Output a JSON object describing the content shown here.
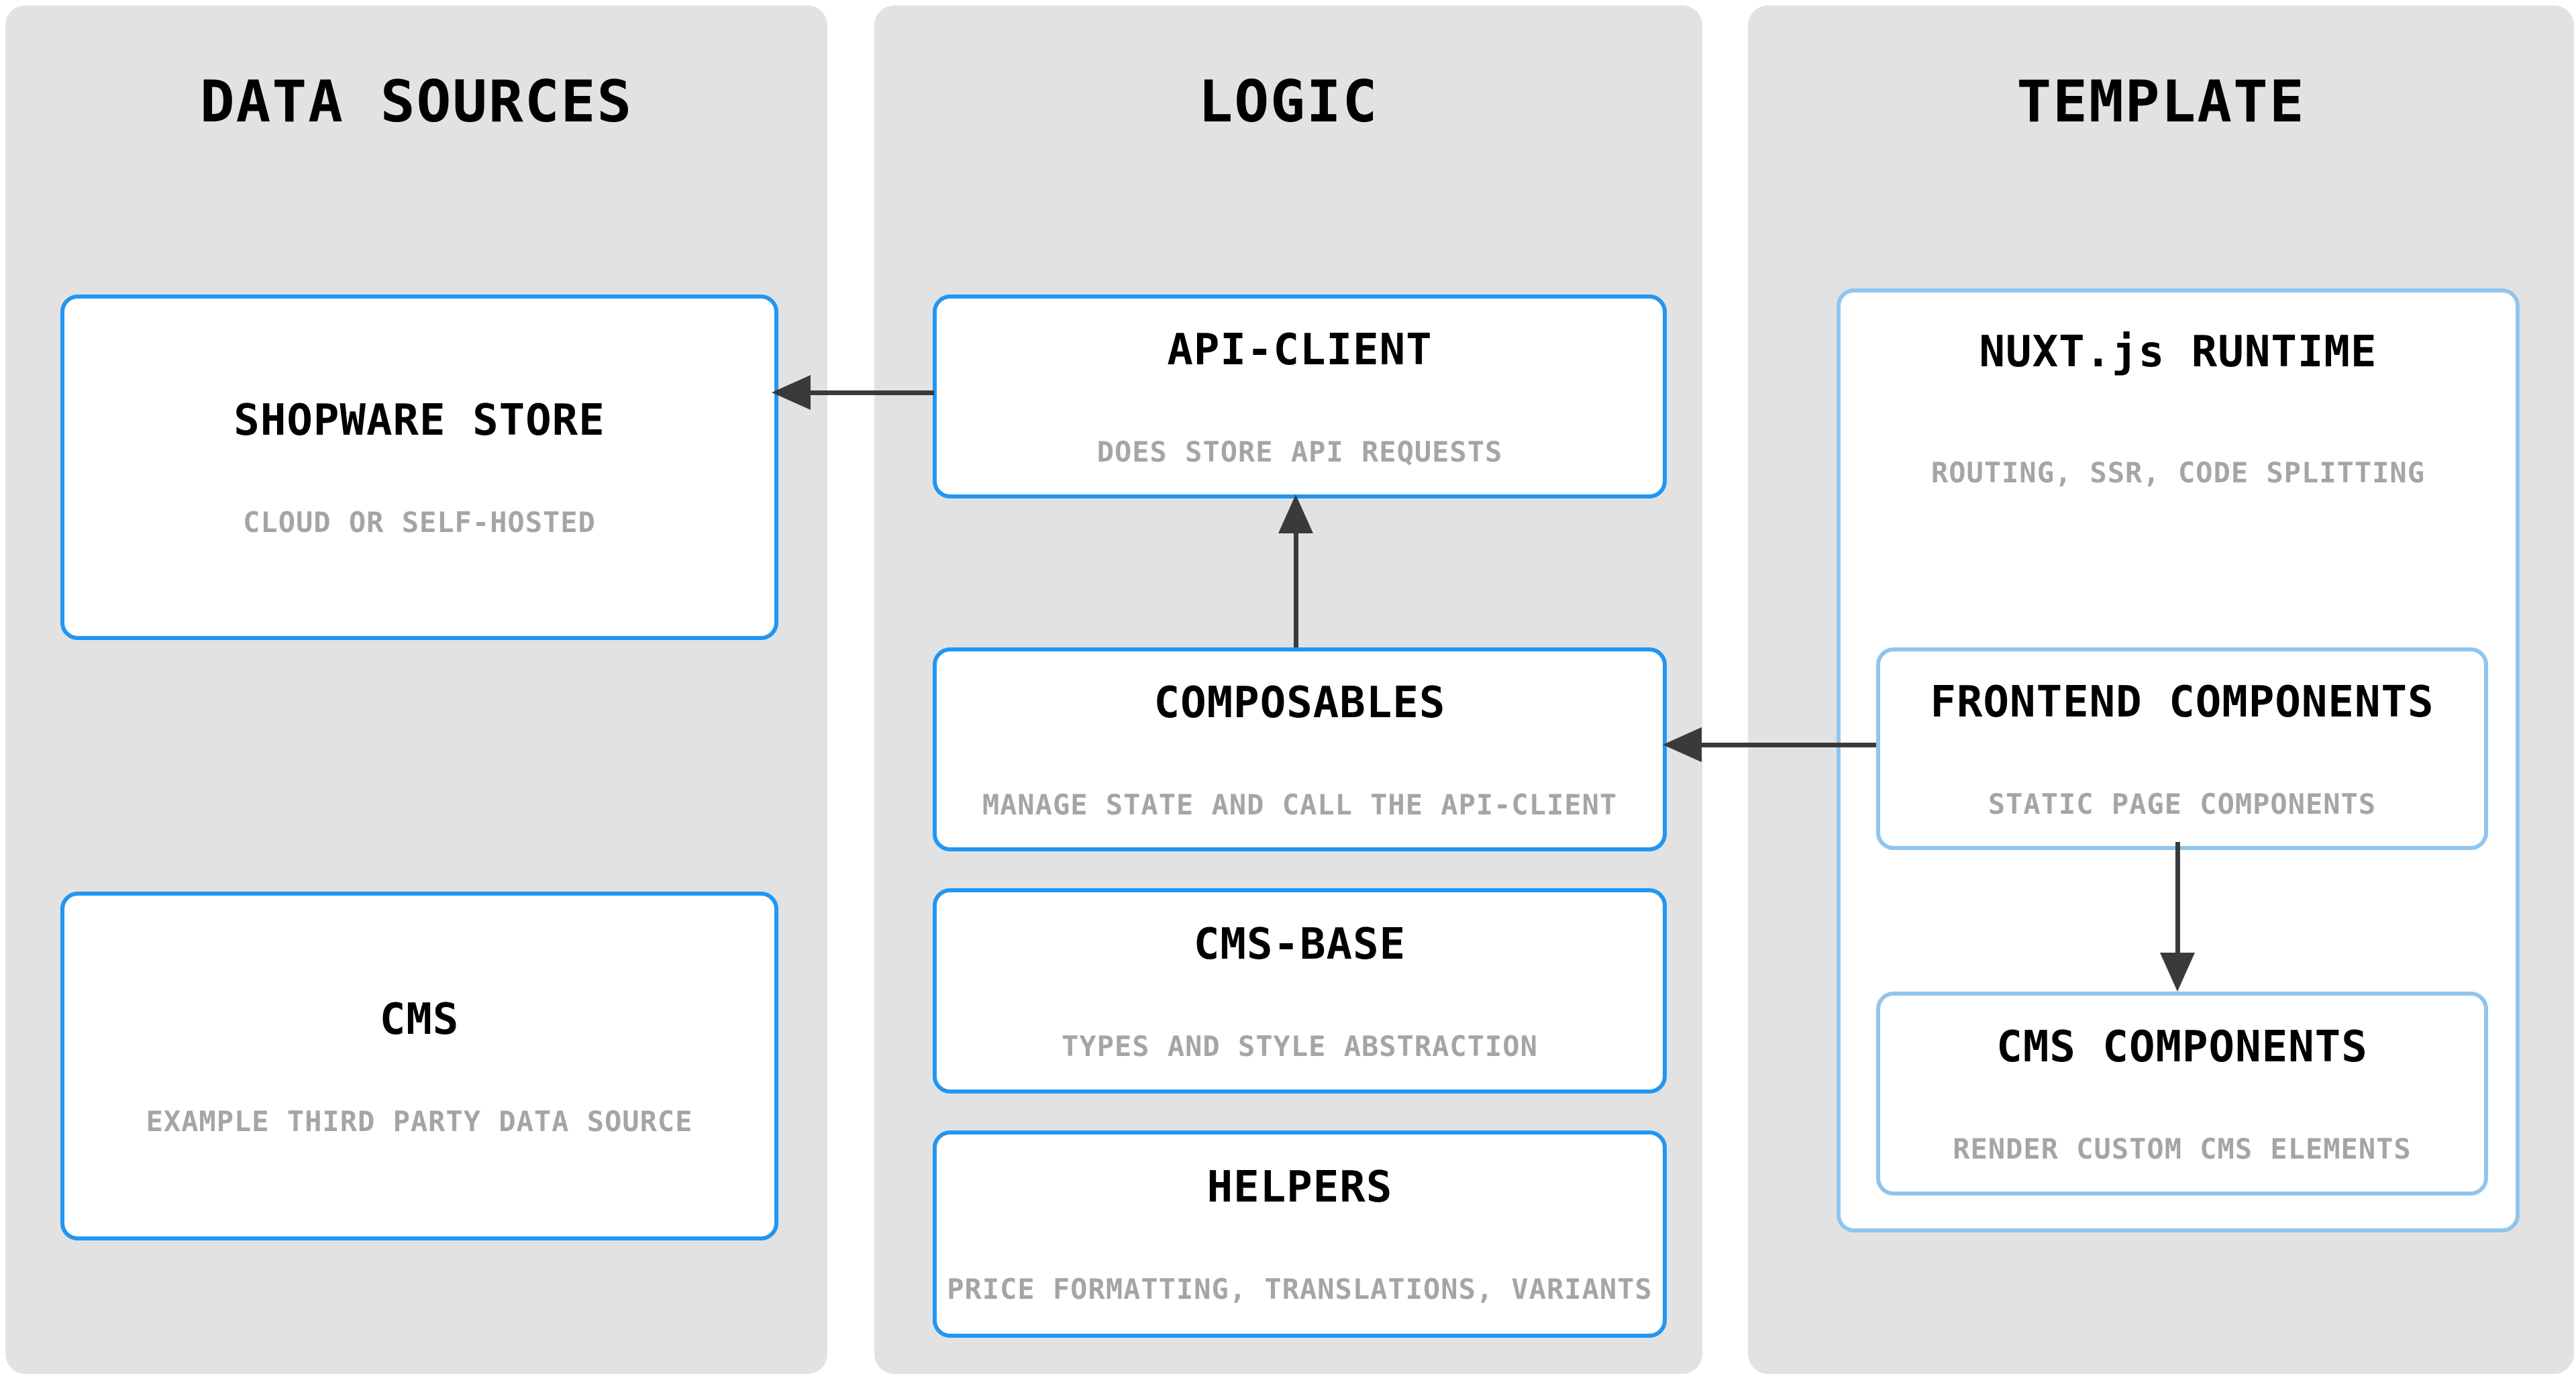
{
  "diagram": {
    "columns": {
      "data_sources": {
        "title": "DATA SOURCES"
      },
      "logic": {
        "title": "LOGIC"
      },
      "template": {
        "title": "TEMPLATE"
      }
    },
    "nodes": {
      "shopware_store": {
        "title": "SHOPWARE STORE",
        "subtitle": "CLOUD OR SELF-HOSTED"
      },
      "cms": {
        "title": "CMS",
        "subtitle": "EXAMPLE THIRD PARTY DATA SOURCE"
      },
      "api_client": {
        "title": "API-CLIENT",
        "subtitle": "DOES STORE API REQUESTS"
      },
      "composables": {
        "title": "COMPOSABLES",
        "subtitle": "MANAGE STATE AND CALL THE API-CLIENT"
      },
      "cms_base": {
        "title": "CMS-BASE",
        "subtitle": "TYPES AND STYLE ABSTRACTION"
      },
      "helpers": {
        "title": "HELPERS",
        "subtitle": "PRICE FORMATTING, TRANSLATIONS, VARIANTS"
      },
      "nuxt_runtime": {
        "title": "NUXT.js RUNTIME",
        "subtitle": "ROUTING, SSR, CODE SPLITTING"
      },
      "frontend_components": {
        "title": "FRONTEND COMPONENTS",
        "subtitle": "STATIC PAGE COMPONENTS"
      },
      "cms_components": {
        "title": "CMS COMPONENTS",
        "subtitle": "RENDER CUSTOM CMS ELEMENTS"
      }
    },
    "edges": [
      {
        "from": "api_client",
        "to": "shopware_store",
        "direction": "left"
      },
      {
        "from": "composables",
        "to": "api_client",
        "direction": "up"
      },
      {
        "from": "frontend_components",
        "to": "composables",
        "direction": "left"
      },
      {
        "from": "frontend_components",
        "to": "cms_components",
        "direction": "down"
      }
    ],
    "colors": {
      "panel_bg": "#e2e2e2",
      "node_fill": "#ffffff",
      "node_border_primary": "#2196f3",
      "node_border_secondary": "#8fc5ef",
      "title_text": "#000000",
      "subtitle_text": "#a5a5a5",
      "arrow": "#3a3a3a"
    }
  }
}
